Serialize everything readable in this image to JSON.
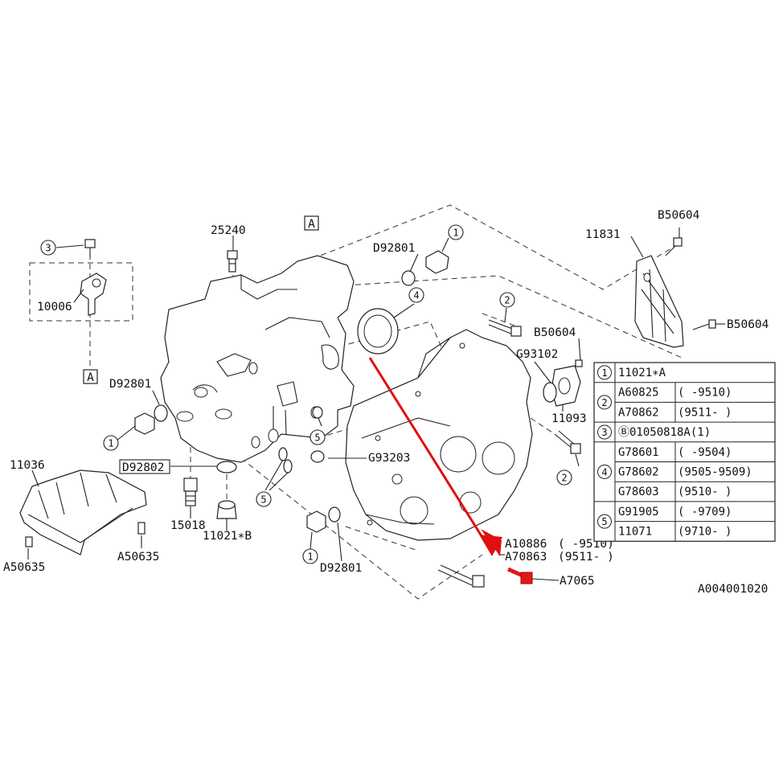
{
  "labels": {
    "p25240": "25240",
    "box_a_top": "A",
    "box_a_left": "A",
    "p10006": "10006",
    "d92801_top": "D92801",
    "d92801_left": "D92801",
    "d92801_bottom": "D92801",
    "d92802": "D92802",
    "p11831": "11831",
    "b50604_top": "B50604",
    "b50604_right": "B50604",
    "b50604_mid": "B50604",
    "g93102": "G93102",
    "p11093": "11093",
    "g93203": "G93203",
    "p11036": "11036",
    "p15018": "15018",
    "p11021b": "11021∗B",
    "a50635_left": "A50635",
    "a50635_right": "A50635",
    "a10886": "A10886",
    "a10886_range": "(     -9510)",
    "a70863": "A70863",
    "a70863_range": "(9511-    )",
    "a7065": "A7065",
    "diagram_id": "A004001020"
  },
  "callouts": {
    "c1_top": "1",
    "c1_left": "1",
    "c1_bottom": "1",
    "c2_mid": "2",
    "c2_right": "2",
    "c3_left": "3",
    "c4_seal": "4",
    "c5_a": "5",
    "c5_b": "5"
  },
  "table": {
    "rows": [
      {
        "ref": "1",
        "part": "11021∗A",
        "range": ""
      },
      {
        "ref": "2",
        "part": "A60825",
        "range": "(     -9510)"
      },
      {
        "ref": "",
        "part": "A70862",
        "range": "(9511-     )"
      },
      {
        "ref": "3",
        "part": "Ⓑ01050818A(1)",
        "range": ""
      },
      {
        "ref": "4",
        "part": "G78601",
        "range": "(     -9504)"
      },
      {
        "ref": "",
        "part": "G78602",
        "range": "(9505-9509)"
      },
      {
        "ref": "",
        "part": "G78603",
        "range": "(9510-     )"
      },
      {
        "ref": "5",
        "part": "G91905",
        "range": "(     -9709)"
      },
      {
        "ref": "",
        "part": "11071",
        "range": "(9710-     )"
      }
    ]
  },
  "colors": {
    "arrow": "#e01010",
    "highlight": "#e01818",
    "ink": "#222222"
  }
}
